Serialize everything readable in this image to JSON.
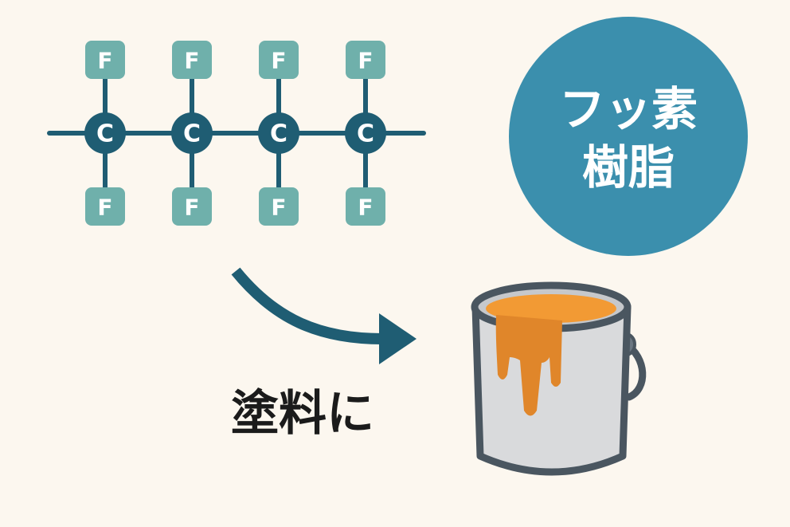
{
  "molecule": {
    "carbon_symbol": "C",
    "fluorine_symbol": "F",
    "carbon_count": 4
  },
  "badge": {
    "line1": "フッ素",
    "line2": "樹脂"
  },
  "caption": "塗料に",
  "colors": {
    "background": "#fcf7ef",
    "carbon": "#1f5d73",
    "bond": "#1f5d73",
    "fluorine": "#6fb0ab",
    "badge": "#3b8fad",
    "arrow": "#1f5d73",
    "can_body": "#d9dadc",
    "can_outline": "#4a5660",
    "paint": "#f29a34",
    "paint_drip": "#e0862a"
  }
}
